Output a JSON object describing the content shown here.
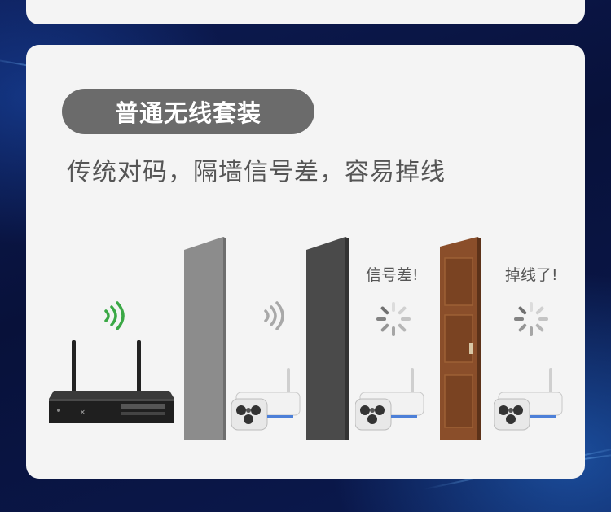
{
  "heading": "普通无线套装",
  "subtitle": "传统对码，隔墙信号差，容易掉线",
  "labels": {
    "weak_signal": "信号差!",
    "disconnected": "掉线了!"
  },
  "colors": {
    "background": "#0a1440",
    "card": "#f4f4f4",
    "pill": "#6b6b6b",
    "signal_strong": "#3aa845",
    "signal_weak": "#9e9e9e",
    "door": "#8a4e2a"
  },
  "icons": {
    "router": "nvr-router-icon",
    "camera": "bullet-camera-icon",
    "loading": "loading-spinner-icon",
    "wifi": "wifi-signal-icon"
  }
}
